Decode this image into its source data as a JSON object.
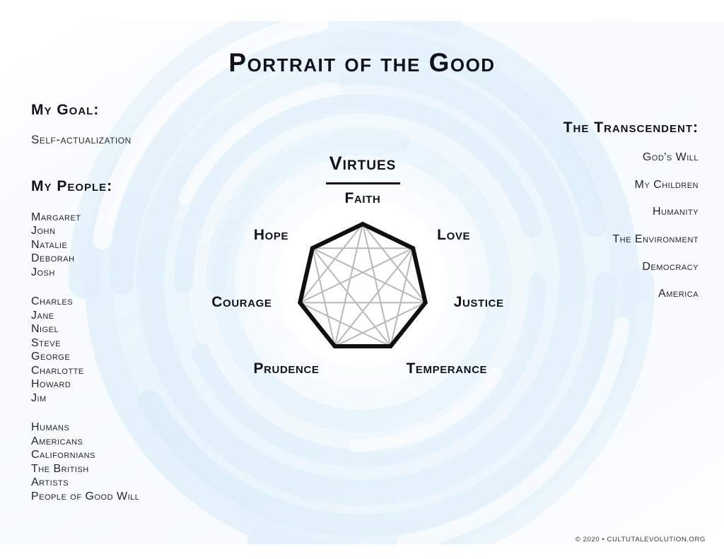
{
  "title": "Portrait of the Good",
  "left": {
    "goal_heading": "My Goal:",
    "goal_value": "Self-actualization",
    "people_heading": "My People:",
    "people_groups": [
      [
        "Margaret",
        "John",
        "Natalie",
        "Deborah",
        "Josh"
      ],
      [
        "Charles",
        "Jane",
        "Nigel",
        "Steve",
        "George",
        "Charlotte",
        "Howard",
        "Jim"
      ],
      [
        "Humans",
        "Americans",
        "Californians",
        "The British",
        "Artists",
        "People of Good Will"
      ]
    ]
  },
  "right": {
    "heading": "The Transcendent:",
    "items": [
      "God's Will",
      "My Children",
      "Humanity",
      "The Environment",
      "Democracy",
      "America"
    ]
  },
  "center": {
    "heading": "Virtues",
    "labels": [
      "Faith",
      "Love",
      "Justice",
      "Temperance",
      "Prudence",
      "Courage",
      "Hope"
    ]
  },
  "footer": "© 2020 • CULTUTALEVOLUTION.ORG",
  "colors": {
    "ink": "#12121c",
    "swirl_pale": "#f4fafe",
    "swirl_light": "#d7ecfa",
    "swirl_mid": "#b9dcf5",
    "swirl_deep": "#9ccdf0",
    "heptagon_stroke": "#101010",
    "chord_stroke": "#b8b8b8"
  },
  "chart_data": {
    "type": "radar-outline",
    "title": "Virtues",
    "categories": [
      "Faith",
      "Love",
      "Justice",
      "Temperance",
      "Prudence",
      "Courage",
      "Hope"
    ],
    "values": [
      1,
      1,
      1,
      1,
      1,
      1,
      1
    ],
    "sides": 7,
    "diagonals": "all-pairs",
    "grid": false,
    "legend": "none"
  }
}
